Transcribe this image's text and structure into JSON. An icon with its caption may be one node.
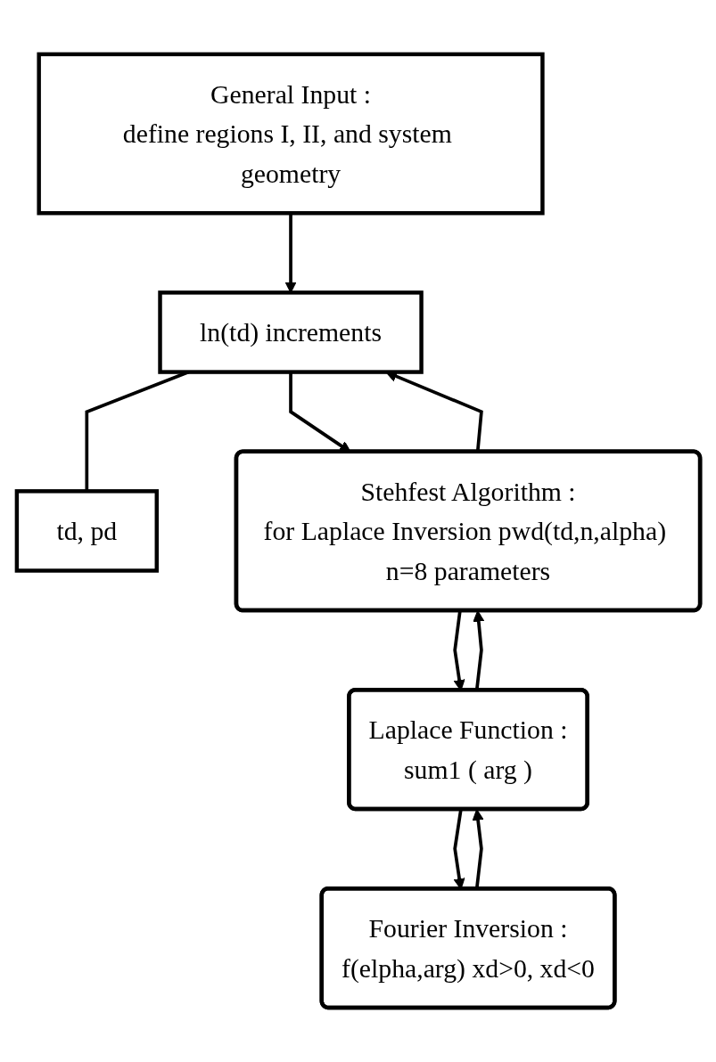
{
  "diagram": {
    "nodes": [
      {
        "text": [
          "General Input :",
          "define regions I, II, and system geometry"
        ]
      },
      {
        "text": [
          "ln(td) increments"
        ]
      },
      {
        "text": [
          "td, pd"
        ]
      },
      {
        "text": [
          "Stehfest Algorithm :",
          "for Laplace Inversion pwd(td,n,alpha) n=8 parameters"
        ]
      },
      {
        "text": [
          "Laplace Function :",
          "sum1 ( arg )"
        ]
      },
      {
        "text": [
          "Fourier Inversion :",
          "f(elpha,arg) xd>0, xd<0"
        ]
      }
    ],
    "edges": [
      {
        "from": 0,
        "to": 1,
        "arrow": "to"
      },
      {
        "from": 1,
        "to": 2,
        "arrow": "none"
      },
      {
        "from": 1,
        "to": 3,
        "arrow": "to"
      },
      {
        "from": 3,
        "to": 1,
        "arrow": "to"
      },
      {
        "from": 3,
        "to": 4,
        "arrow": "to"
      },
      {
        "from": 4,
        "to": 3,
        "arrow": "to"
      },
      {
        "from": 4,
        "to": 5,
        "arrow": "to"
      },
      {
        "from": 5,
        "to": 4,
        "arrow": "to"
      }
    ]
  }
}
